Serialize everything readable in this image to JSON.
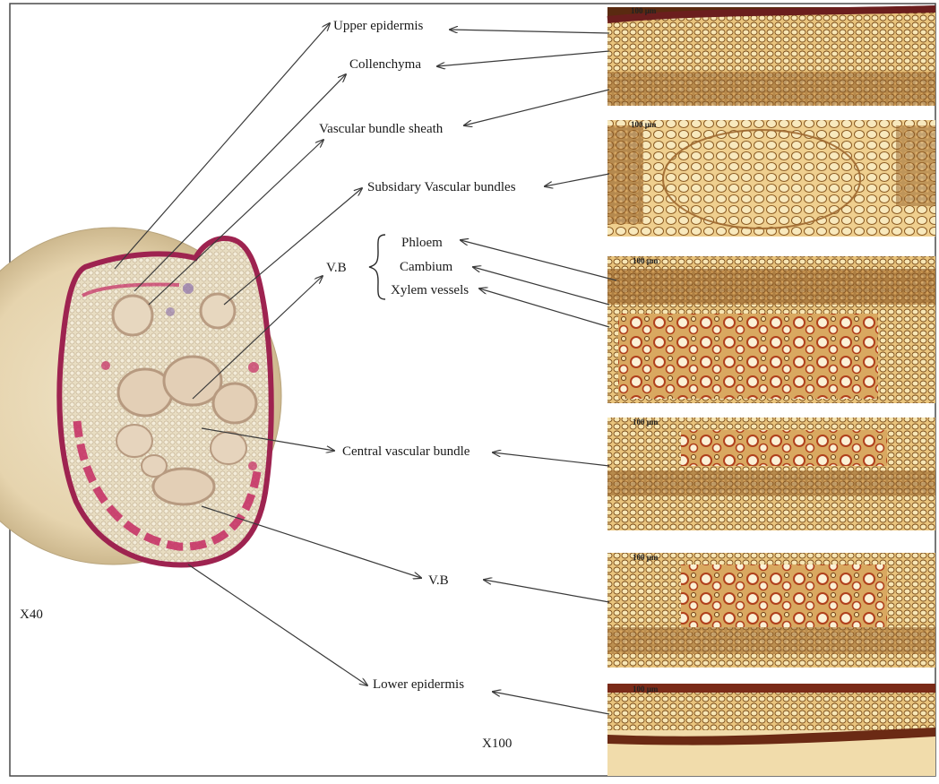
{
  "labels": {
    "upper_epidermis": "Upper epidermis",
    "collenchyma": "Collenchyma",
    "vascular_bundle_sheath": "Vascular bundle sheath",
    "subsidiary_vascular_bundles": "Subsidary Vascular bundles",
    "vb_group": "V.B",
    "phloem": "Phloem",
    "cambium": "Cambium",
    "xylem_vessels": "Xylem vessels",
    "central_vascular_bundle": "Central vascular bundle",
    "vb_lower": "V.B",
    "lower_epidermis": "Lower epidermis"
  },
  "magnifications": {
    "low": "X40",
    "high": "X100"
  },
  "scale_bars": {
    "panel_1": "100 µm",
    "panel_2": "100 µm",
    "panel_3": "100 µm",
    "panel_4": "100 µm",
    "panel_5": "100 µm",
    "panel_6": "100 µm"
  },
  "colors": {
    "frame": "#4a4a4a",
    "arrow": "#3a3a3a",
    "tissue_stain": "#b5245a",
    "micrograph_base": "#e8c98a"
  }
}
